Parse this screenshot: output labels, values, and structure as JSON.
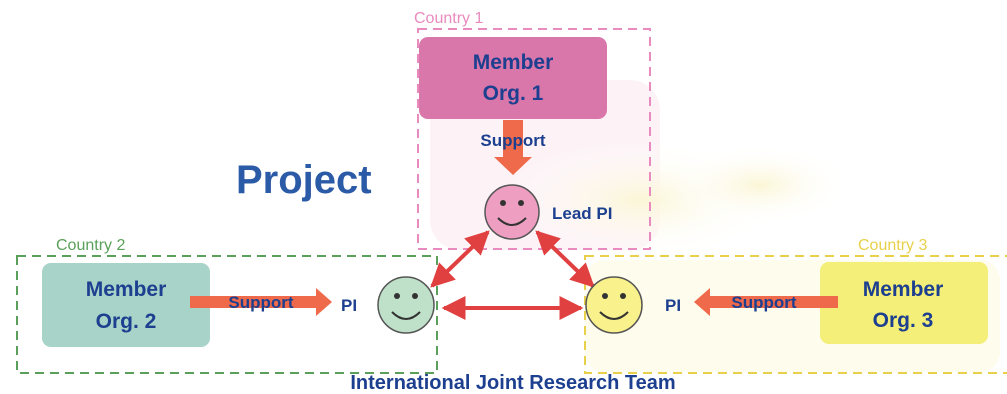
{
  "diagram": {
    "title": "Project",
    "team_label": "International Joint Research Team",
    "countries": [
      {
        "label": "Country 1",
        "color": "#e98bbf"
      },
      {
        "label": "Country 2",
        "color": "#5aa05a"
      },
      {
        "label": "Country 3",
        "color": "#e8d04a"
      }
    ],
    "organizations": [
      {
        "line1": "Member",
        "line2": "Org. 1",
        "fill": "#d977aa"
      },
      {
        "line1": "Member",
        "line2": "Org. 2",
        "fill": "#a8d3c8"
      },
      {
        "line1": "Member",
        "line2": "Org. 3",
        "fill": "#f4ef78"
      }
    ],
    "investigators": [
      {
        "label": "Lead PI",
        "fill": "#ee9fc1"
      },
      {
        "label": "PI",
        "fill": "#bfe0c9"
      },
      {
        "label": "PI",
        "fill": "#f8f18c"
      }
    ],
    "support_labels": [
      "Support",
      "Support",
      "Support"
    ],
    "colors": {
      "text": "#1d3f8f",
      "title": "#2b5aa6",
      "arrow": "#e04040",
      "support_arrow": "#ef6a4a"
    }
  }
}
